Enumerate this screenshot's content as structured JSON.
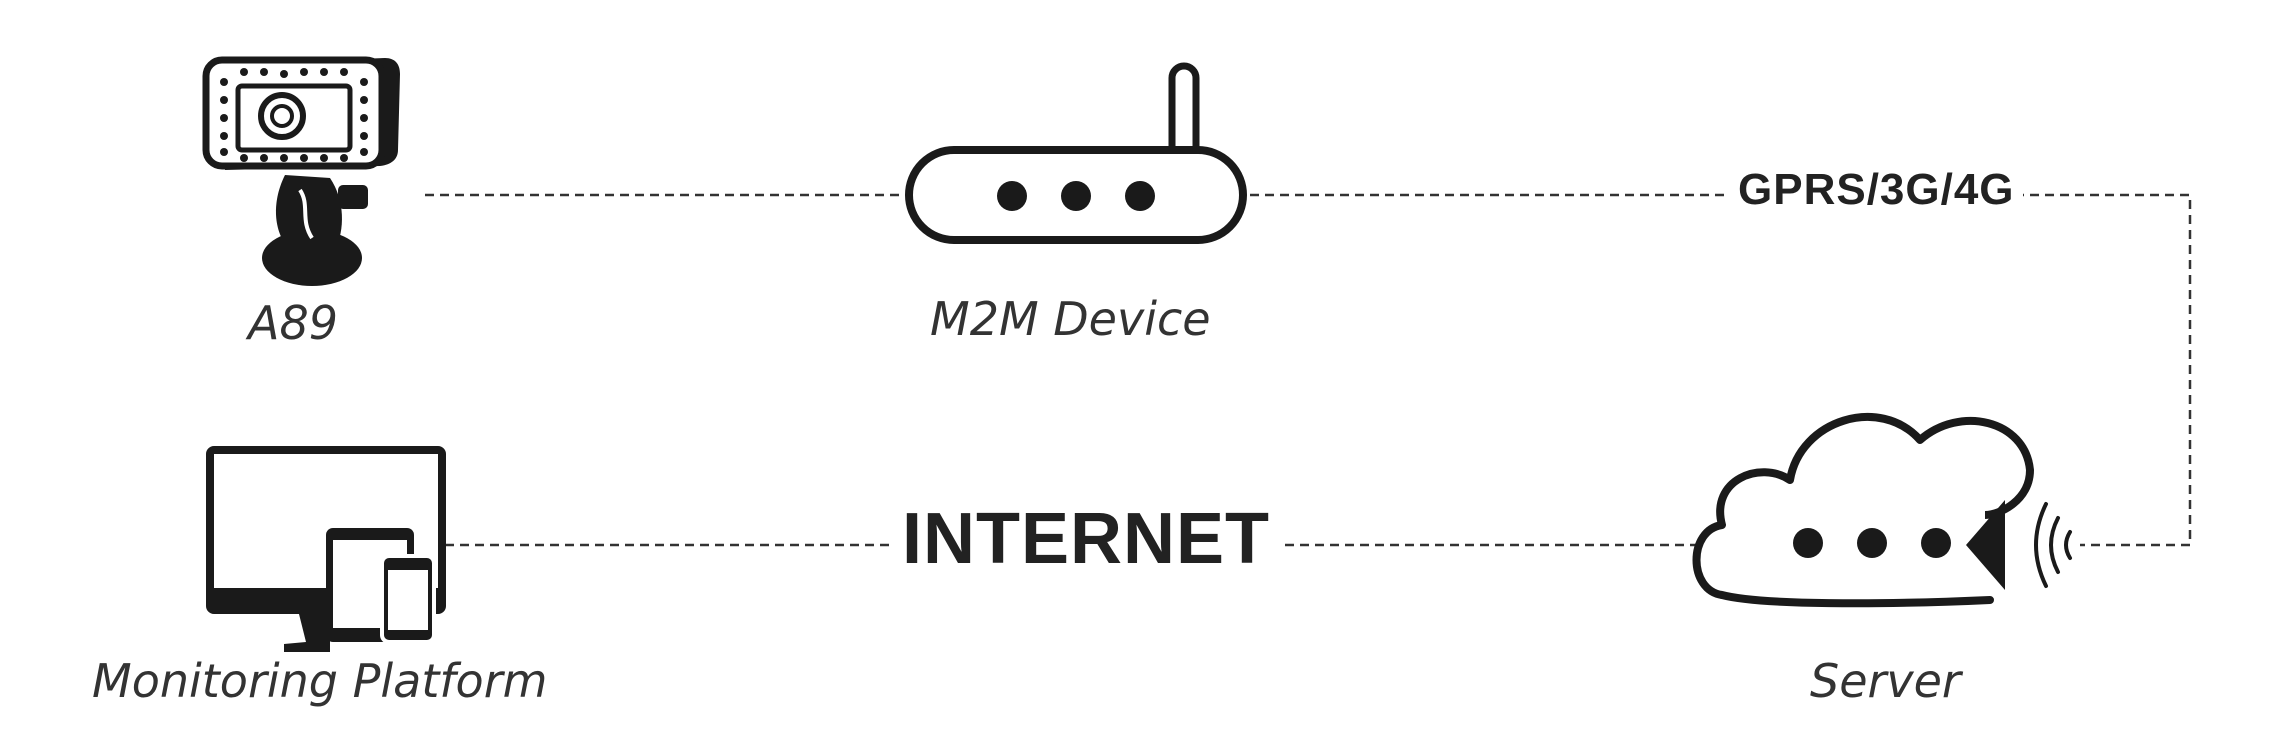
{
  "nodes": {
    "camera": {
      "label": "A89",
      "icon": "dashcam-icon"
    },
    "m2m": {
      "label": "M2M Device",
      "icon": "router-icon"
    },
    "server": {
      "label": "Server",
      "icon": "cloud-signal-icon"
    },
    "platform": {
      "label": "Monitoring Platform",
      "icon": "devices-icon"
    }
  },
  "links": {
    "m2m_server": "GPRS/3G/4G",
    "server_platform": "INTERNET"
  },
  "colors": {
    "ink": "#1a1a1a",
    "label": "#333333",
    "background": "#ffffff"
  }
}
